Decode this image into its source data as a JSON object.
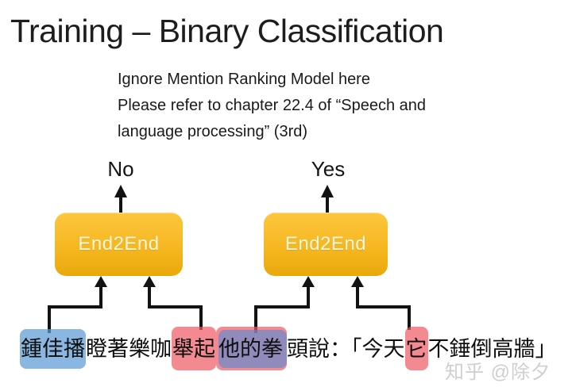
{
  "slide": {
    "title": "Training – Binary Classification",
    "note_lines": {
      "line1": "Ignore Mention Ranking Model here",
      "line2": "Please refer to chapter 22.4 of “Speech and",
      "line3": "language processing” (3rd)"
    },
    "diagram": {
      "left_label": "No",
      "right_label": "Yes",
      "left_box_label": "End2End",
      "right_box_label": "End2End",
      "box_gradient_top": "#FCC73E",
      "box_gradient_bottom": "#E9A90B",
      "box_text_color": "#FFF8DE",
      "arrow_color": "#121212"
    },
    "sentence": {
      "segments": [
        {
          "text": "鍾佳播",
          "highlight": "blue"
        },
        {
          "text": "瞪著樂咖",
          "highlight": "none"
        },
        {
          "text": "舉起",
          "highlight": "red"
        },
        {
          "text": "他的拳",
          "highlight": "red+blue-overlap"
        },
        {
          "text": "頭說：「今天",
          "highlight": "none"
        },
        {
          "text": "它",
          "highlight": "red"
        },
        {
          "text": "不錘倒高牆",
          "highlight": "none"
        },
        {
          "text": "」",
          "highlight": "none"
        }
      ],
      "highlight_colors": {
        "blue": "#5B9BD5",
        "red": "#EE5862",
        "overlap": "#8E7FB8"
      }
    },
    "watermark": "知乎 @除夕"
  }
}
